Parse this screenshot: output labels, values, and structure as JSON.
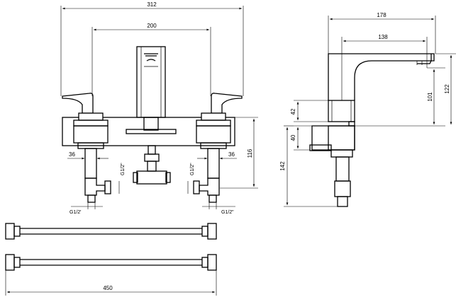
{
  "front_view": {
    "dim_overall_width": "312",
    "dim_handle_spacing": "200",
    "dim_inlet_left": "36",
    "dim_inlet_right": "36",
    "dim_height": "116",
    "thread_left_side": "G1/2\"",
    "thread_right_side": "G1/2\"",
    "thread_left_bottom": "G1/2'",
    "thread_right_bottom": "G1/2\""
  },
  "side_view": {
    "dim_spout_reach": "178",
    "dim_outlet_reach": "138",
    "dim_outlet_height": "101",
    "dim_total_height": "122",
    "dim_upper_block": "42",
    "dim_lower_block": "40",
    "dim_shank_length": "142"
  },
  "hoses": {
    "dim_hose_length": "450"
  }
}
